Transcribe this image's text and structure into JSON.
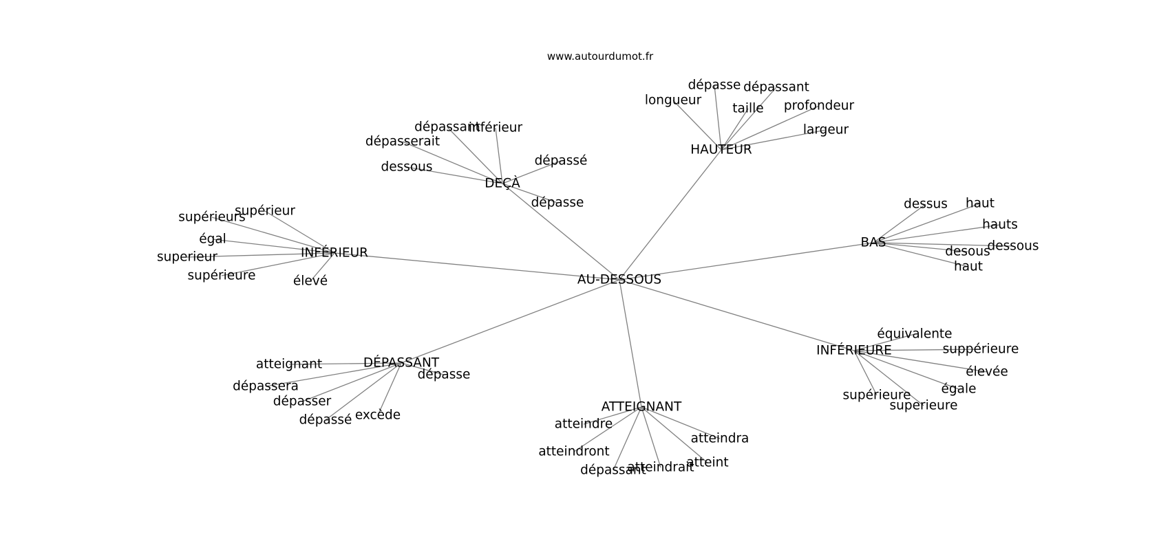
{
  "site_label": "www.autourdumot.fr",
  "center": {
    "id": "center",
    "label": "AU-DESSOUS"
  },
  "hubs": [
    {
      "id": "deca",
      "label": "DEÇÀ",
      "leaves": [
        {
          "id": "deca-1",
          "label": "dépassant"
        },
        {
          "id": "deca-2",
          "label": "inférieur"
        },
        {
          "id": "deca-3",
          "label": "dépasserait"
        },
        {
          "id": "deca-4",
          "label": "dépassé"
        },
        {
          "id": "deca-5",
          "label": "dessous"
        },
        {
          "id": "deca-6",
          "label": "dépasse"
        }
      ]
    },
    {
      "id": "hauteur",
      "label": "HAUTEUR",
      "leaves": [
        {
          "id": "hauteur-1",
          "label": "dépasse"
        },
        {
          "id": "hauteur-2",
          "label": "dépassant"
        },
        {
          "id": "hauteur-3",
          "label": "longueur"
        },
        {
          "id": "hauteur-4",
          "label": "taille"
        },
        {
          "id": "hauteur-5",
          "label": "profondeur"
        },
        {
          "id": "hauteur-6",
          "label": "largeur"
        }
      ]
    },
    {
      "id": "inferieur",
      "label": "INFÉRIEUR",
      "leaves": [
        {
          "id": "inferieur-1",
          "label": "supérieur"
        },
        {
          "id": "inferieur-2",
          "label": "supérieurs"
        },
        {
          "id": "inferieur-3",
          "label": "égal"
        },
        {
          "id": "inferieur-4",
          "label": "superieur"
        },
        {
          "id": "inferieur-5",
          "label": "supérieure"
        },
        {
          "id": "inferieur-6",
          "label": "élevé"
        }
      ]
    },
    {
      "id": "bas",
      "label": "BAS",
      "leaves": [
        {
          "id": "bas-1",
          "label": "dessus"
        },
        {
          "id": "bas-2",
          "label": "haut"
        },
        {
          "id": "bas-3",
          "label": "hauts"
        },
        {
          "id": "bas-4",
          "label": "desous"
        },
        {
          "id": "bas-5",
          "label": "dessous"
        },
        {
          "id": "bas-6",
          "label": "haut"
        }
      ]
    },
    {
      "id": "depassant",
      "label": "DÉPASSANT",
      "leaves": [
        {
          "id": "depassant-1",
          "label": "atteignant"
        },
        {
          "id": "depassant-2",
          "label": "dépasse"
        },
        {
          "id": "depassant-3",
          "label": "dépassera"
        },
        {
          "id": "depassant-4",
          "label": "dépasser"
        },
        {
          "id": "depassant-5",
          "label": "excède"
        },
        {
          "id": "depassant-6",
          "label": "dépassé"
        }
      ]
    },
    {
      "id": "atteignant",
      "label": "ATTEIGNANT",
      "leaves": [
        {
          "id": "atteignant-1",
          "label": "atteindre"
        },
        {
          "id": "atteignant-2",
          "label": "atteindra"
        },
        {
          "id": "atteignant-3",
          "label": "atteindront"
        },
        {
          "id": "atteignant-4",
          "label": "atteint"
        },
        {
          "id": "atteignant-5",
          "label": "atteindrait"
        },
        {
          "id": "atteignant-6",
          "label": "dépassant"
        }
      ]
    },
    {
      "id": "inferieure",
      "label": "INFÉRIEURE",
      "leaves": [
        {
          "id": "inferieure-1",
          "label": "équivalente"
        },
        {
          "id": "inferieure-2",
          "label": "suppérieure"
        },
        {
          "id": "inferieure-3",
          "label": "élevée"
        },
        {
          "id": "inferieure-4",
          "label": "égale"
        },
        {
          "id": "inferieure-5",
          "label": "supérieure"
        },
        {
          "id": "inferieure-6",
          "label": "superieure"
        }
      ]
    }
  ]
}
